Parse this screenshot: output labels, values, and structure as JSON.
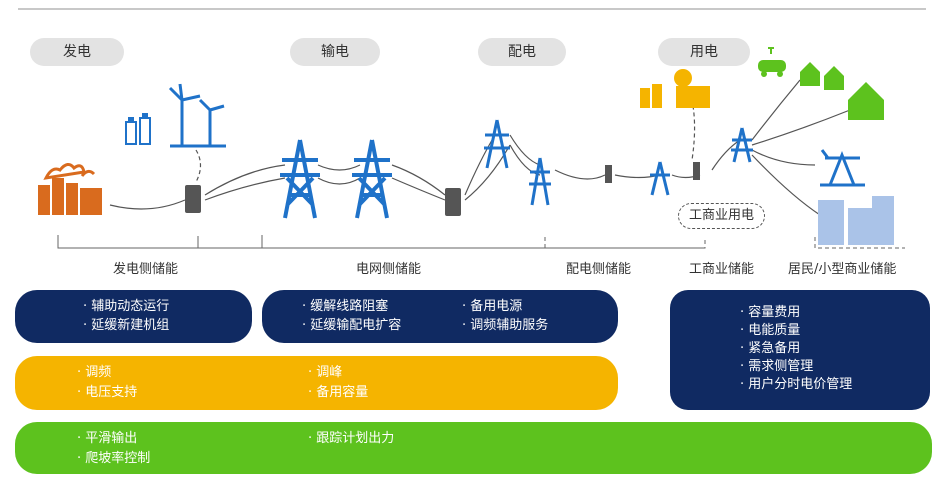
{
  "stages": {
    "generation": "发电",
    "transmission": "输电",
    "distribution": "配电",
    "consumption": "用电"
  },
  "segments": {
    "generation_side": "发电侧储能",
    "grid_side": "电网侧储能",
    "distribution_side": "配电侧储能",
    "ci_storage": "工商业储能",
    "residential": "居民/小型商业储能"
  },
  "ci_bubble": "工商业用电",
  "bands": {
    "navy_gen": [
      "· 辅助动态运行",
      "· 延缓新建机组"
    ],
    "navy_grid_left": [
      "· 缓解线路阻塞",
      "· 延缓输配电扩容"
    ],
    "navy_grid_right": [
      "· 备用电源",
      "· 调频辅助服务"
    ],
    "navy_user": [
      "· 容量费用",
      "· 电能质量",
      "· 紧急备用",
      "· 需求侧管理",
      "· 用户分时电价管理"
    ],
    "yellow_left": [
      "· 调频",
      "· 电压支持"
    ],
    "yellow_right": [
      "· 调峰",
      "· 备用容量"
    ],
    "green_left": [
      "· 平滑输出",
      "· 爬坡率控制"
    ],
    "green_right": [
      "· 跟踪计划出力"
    ]
  },
  "colors": {
    "navy": "#102a62",
    "yellow": "#f5b400",
    "green": "#5dc21e",
    "tower_blue": "#1f72c9",
    "factory_orange": "#d96b1e",
    "house_green": "#5dc21e"
  }
}
